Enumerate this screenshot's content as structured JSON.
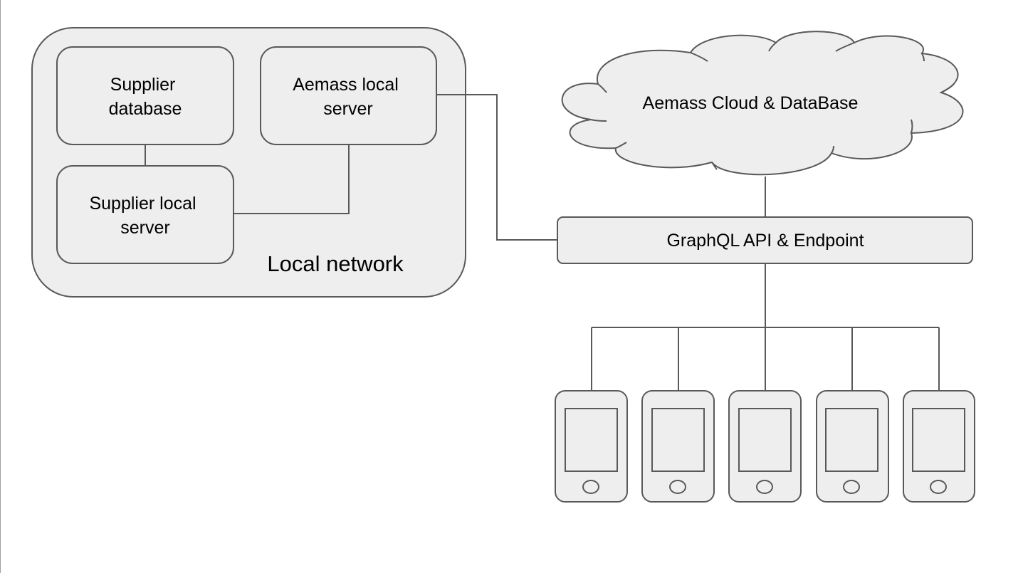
{
  "colors": {
    "shape_fill": "#eeeeee",
    "stroke": "#595959",
    "text": "#000000",
    "background": "#ffffff"
  },
  "nodes": {
    "local_network": {
      "label": "Local network"
    },
    "supplier_database": {
      "lines": [
        "Supplier",
        "database"
      ]
    },
    "aemass_local_server": {
      "lines": [
        "Aemass local",
        "server"
      ]
    },
    "supplier_local_server": {
      "lines": [
        "Supplier local",
        "server"
      ]
    },
    "cloud": {
      "label": "Aemass Cloud & DataBase"
    },
    "graphql_api": {
      "label": "GraphQL API & Endpoint"
    }
  },
  "devices": [
    {
      "icon": "smartphone-icon"
    },
    {
      "icon": "smartphone-icon"
    },
    {
      "icon": "smartphone-icon"
    },
    {
      "icon": "smartphone-icon"
    },
    {
      "icon": "smartphone-icon"
    }
  ],
  "connections": [
    {
      "from": "supplier_database",
      "to": "supplier_local_server"
    },
    {
      "from": "aemass_local_server",
      "to": "supplier_local_server"
    },
    {
      "from": "aemass_local_server",
      "to": "graphql_api"
    },
    {
      "from": "cloud",
      "to": "graphql_api"
    },
    {
      "from": "graphql_api",
      "to": "devices"
    }
  ]
}
